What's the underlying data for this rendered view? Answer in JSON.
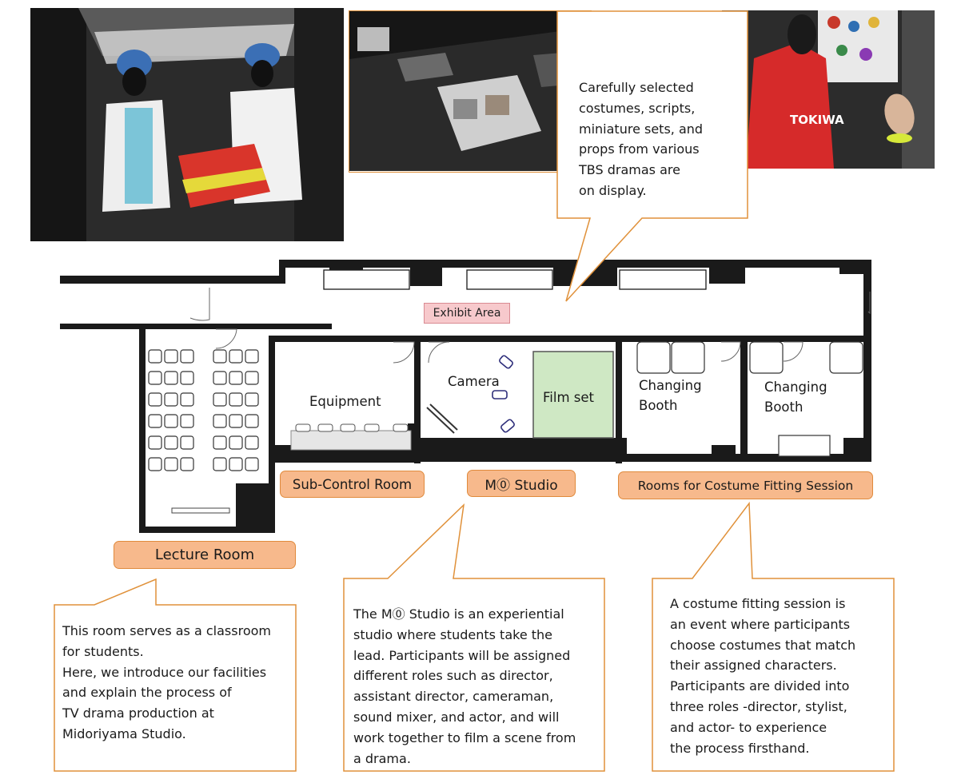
{
  "photos": {
    "medical_costumes": "photo-mannequins-icon",
    "miniature_sets": "photo-miniature-set-icon",
    "rugby_jersey": "photo-jersey-icon",
    "jersey_text": "TOKIWA"
  },
  "colors": {
    "callout_border": "#e0913a",
    "tag_fill": "#f7b98c",
    "tag_border": "#e08a3c",
    "film_set_fill": "#cfe8c4",
    "exhibit_fill": "#f7c9cc",
    "wall": "#1a1a1a"
  },
  "floorplan": {
    "exhibit_area": "Exhibit Area",
    "equipment": "Equipment",
    "camera": "Camera",
    "film_set": "Film set",
    "changing_booth_1": "Changing\nBooth",
    "changing_booth_2": "Changing\nBooth"
  },
  "tags": {
    "lecture_room": "Lecture Room",
    "sub_control_room": "Sub-Control Room",
    "m0_studio": "M⓪ Studio",
    "costume_rooms": "Rooms for Costume Fitting Session"
  },
  "callouts": {
    "exhibit": "Carefully selected\ncostumes, scripts,\nminiature sets, and\nprops from various\nTBS dramas are\non display.",
    "lecture": "This room serves as a classroom\nfor students.\nHere, we introduce our facilities\nand explain the process of\nTV drama production at\nMidoriyama Studio.",
    "studio": "The M⓪ Studio is an experiential\nstudio where students take the\nlead. Participants will be assigned\ndifferent roles such as director,\nassistant director, cameraman,\nsound mixer, and actor, and will\nwork together to film a scene from\na drama.",
    "costume": "A costume fitting session is\nan event where participants\nchoose costumes that match\ntheir assigned characters.\nParticipants are divided into\nthree roles -director, stylist,\nand actor- to experience\nthe process firsthand."
  }
}
